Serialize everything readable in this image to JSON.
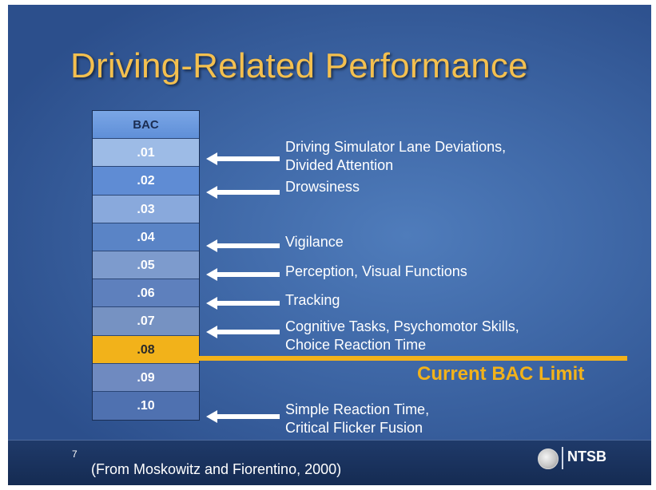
{
  "slide": {
    "title": "Driving-Related Performance",
    "table_header": "BAC",
    "bac_levels": [
      ".01",
      ".02",
      ".03",
      ".04",
      ".05",
      ".06",
      ".07",
      ".08",
      ".09",
      ".10"
    ],
    "effects": [
      {
        "bac": ".01",
        "lines": [
          "Driving Simulator Lane Deviations,",
          "Divided Attention"
        ]
      },
      {
        "bac": ".02",
        "lines": [
          "Drowsiness"
        ]
      },
      {
        "bac": ".04",
        "lines": [
          "Vigilance"
        ]
      },
      {
        "bac": ".05",
        "lines": [
          "Perception, Visual Functions"
        ]
      },
      {
        "bac": ".06",
        "lines": [
          "Tracking"
        ]
      },
      {
        "bac": ".07",
        "lines": [
          "Cognitive Tasks, Psychomotor Skills,",
          "Choice Reaction Time"
        ]
      },
      {
        "bac": ".10",
        "lines": [
          "Simple Reaction Time,",
          "Critical Flicker Fusion"
        ]
      }
    ],
    "limit_label": "Current BAC Limit",
    "limit_bac": ".08"
  },
  "footer": {
    "slide_number": "7",
    "source": "(From Moskowitz and Fiorentino, 2000)",
    "org": "NTSB",
    "seal_icon": "seal-icon"
  },
  "colors": {
    "title": "#f4c04f",
    "limit": "#f2b21a",
    "background": "#3f68a7"
  }
}
